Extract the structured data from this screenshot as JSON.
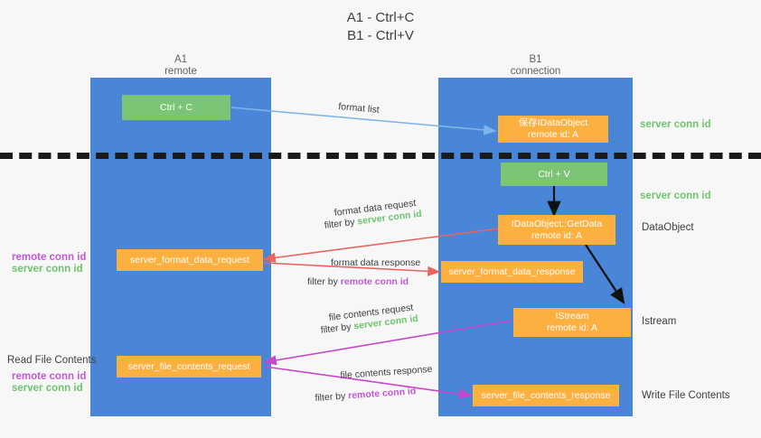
{
  "title": {
    "line1": "A1 - Ctrl+C",
    "line2": "B1 - Ctrl+V"
  },
  "lanes": [
    {
      "name": "A1",
      "subtitle": "remote"
    },
    {
      "name": "B1",
      "subtitle": "connection"
    }
  ],
  "boxes": {
    "ctrl_c": {
      "line1": "Ctrl + C",
      "line2": ""
    },
    "ctrl_v": {
      "line1": "Ctrl + V",
      "line2": ""
    },
    "data_object_saved": {
      "line1": "保存IDataObject",
      "line2": "remote id: A"
    },
    "get_data": {
      "line1": "IDataObject::GetData",
      "line2": "remote id: A"
    },
    "istream": {
      "line1": "IStream",
      "line2": "remote id: A"
    },
    "format_data_request": {
      "line1": "server_format_data_request",
      "line2": ""
    },
    "format_data_response": {
      "line1": "server_format_data_response",
      "line2": ""
    },
    "file_contents_request": {
      "line1": "server_file_contents_request",
      "line2": ""
    },
    "file_contents_response": {
      "line1": "server_file_contents_response",
      "line2": ""
    }
  },
  "right_labels": {
    "server_conn_id_top": "server conn id",
    "server_conn_id_mid": "server conn id",
    "data_object": "DataObject",
    "istream": "Istream",
    "write_file_contents": "Write File Contents"
  },
  "left_labels": {
    "remote_conn_id_mid": "remote conn id",
    "server_conn_id_mid": "server conn id",
    "read_file_contents": "Read File Contents",
    "remote_conn_id_bottom": "remote conn id",
    "server_conn_id_bottom": "server conn id"
  },
  "annotations": {
    "format_list": "format list",
    "format_data_request": "format data request",
    "format_data_request_filter_prefix": "filter by ",
    "format_data_request_filter_value": "server conn id",
    "format_data_response": "format data response",
    "format_data_response_filter_prefix": "filter by ",
    "format_data_response_filter_value": "remote conn id",
    "file_contents_request": "file contents request",
    "file_contents_request_filter_prefix": "filter by ",
    "file_contents_request_filter_value": "server conn id",
    "file_contents_response": "file contents response",
    "file_contents_response_filter_prefix": "filter by ",
    "file_contents_response_filter_value": "remote conn id"
  },
  "colors": {
    "lane": "#4a86d8",
    "green_box": "#7cc576",
    "orange_box": "#fbb040",
    "arrow_blue": "#7eb5e8",
    "arrow_red": "#e8645c",
    "arrow_magenta": "#cc44cc",
    "arrow_black": "#111111",
    "green_text": "#6ec46e",
    "purple_text": "#c05ad0",
    "background": "#f7f7f7"
  }
}
